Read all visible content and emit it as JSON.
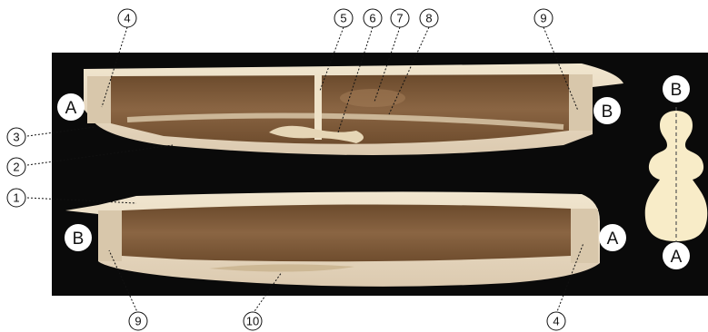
{
  "callouts": [
    {
      "id": "c1",
      "text": "1"
    },
    {
      "id": "c2",
      "text": "2"
    },
    {
      "id": "c3",
      "text": "3"
    },
    {
      "id": "c4a",
      "text": "4"
    },
    {
      "id": "c4b",
      "text": "4"
    },
    {
      "id": "c5",
      "text": "5"
    },
    {
      "id": "c6",
      "text": "6"
    },
    {
      "id": "c7",
      "text": "7"
    },
    {
      "id": "c8",
      "text": "8"
    },
    {
      "id": "c9a",
      "text": "9"
    },
    {
      "id": "c9b",
      "text": "9"
    },
    {
      "id": "c10",
      "text": "10"
    }
  ],
  "section_labels": {
    "top_left": "A",
    "top_right": "B",
    "bottom_left": "B",
    "bottom_right": "A",
    "outline_top": "B",
    "outline_bottom": "A"
  },
  "colors": {
    "background_panel": "#0a0a0a",
    "wood_light": "#e9dcc3",
    "wood_dark": "#7a5533",
    "outline_fill": "#f8ecc8"
  }
}
